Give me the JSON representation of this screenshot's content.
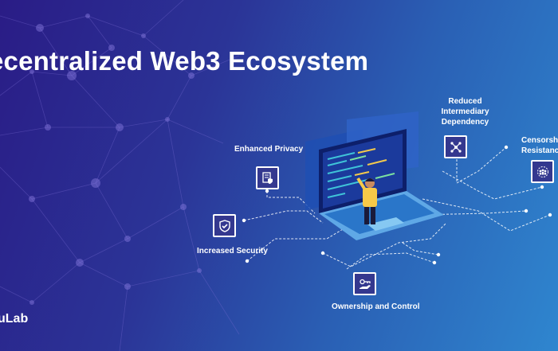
{
  "headline": "ecentralized Web3 Ecosystem",
  "brand": "uLab",
  "features": {
    "enhanced_privacy": {
      "label": "Enhanced Privacy",
      "icon": "document-shield-icon"
    },
    "reduced_dependency": {
      "label": "Reduced\nIntermediary\nDependency",
      "icon": "network-nodes-icon"
    },
    "censorship": {
      "label": "Censorshi\nResistanc",
      "icon": "people-circle-icon"
    },
    "increased_security": {
      "label": "Increased Security",
      "icon": "shield-check-icon"
    },
    "ownership": {
      "label": "Ownership and Control",
      "icon": "key-hand-icon"
    }
  },
  "illustration": "laptop-person-icon",
  "colors": {
    "bg_start": "#2a1c86",
    "bg_end": "#2f86cf",
    "icon_bg": "#34388f",
    "connector": "#ffffff"
  }
}
